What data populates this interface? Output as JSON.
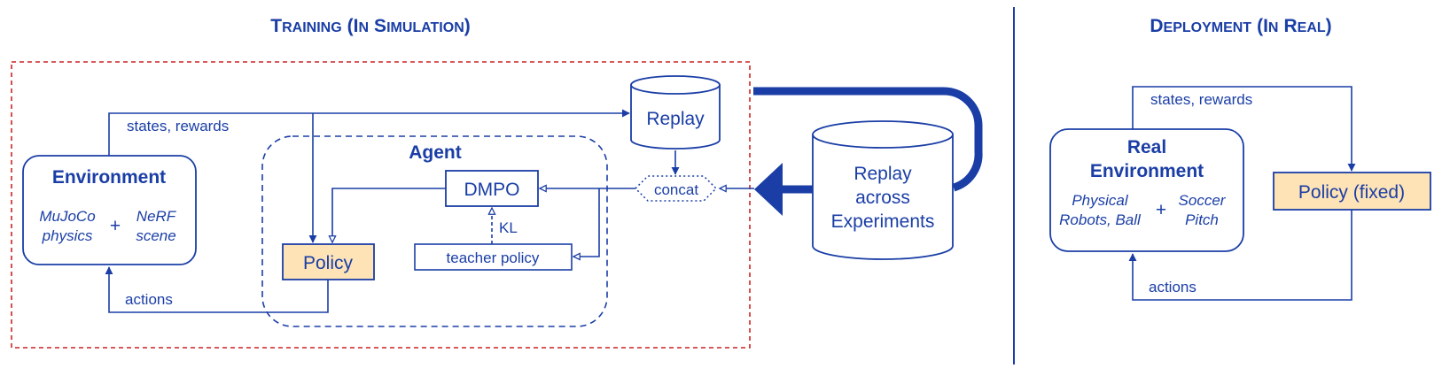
{
  "training": {
    "title_first": "T",
    "title_rest": "RAINING",
    "title_paren_open": "(",
    "title_in_first": "I",
    "title_in_rest": "N",
    "title_word_first": "S",
    "title_word_rest": "IMULATION",
    "title_paren_close": ")"
  },
  "deployment": {
    "title_first": "D",
    "title_rest": "EPLOYMENT",
    "title_paren_open": "(",
    "title_in_first": "I",
    "title_in_rest": "N",
    "title_word_first": "R",
    "title_word_rest": "EAL",
    "title_paren_close": ")"
  },
  "nodes": {
    "environment": "Environment",
    "mujoco_line1": "MuJoCo",
    "mujoco_line2": "physics",
    "nerf_line1": "NeRF",
    "nerf_line2": "scene",
    "plus": "+",
    "agent": "Agent",
    "dmpo": "DMPO",
    "policy": "Policy",
    "teacher_policy": "teacher policy",
    "kl": "KL",
    "replay": "Replay",
    "concat": "concat",
    "replay_across_line1": "Replay",
    "replay_across_line2": "across",
    "replay_across_line3": "Experiments",
    "real_env_line1": "Real",
    "real_env_line2": "Environment",
    "physical_line1": "Physical",
    "physical_line2": "Robots, Ball",
    "soccer_line1": "Soccer",
    "soccer_line2": "Pitch",
    "policy_fixed": "Policy (fixed)"
  },
  "edges": {
    "states_rewards": "states, rewards",
    "actions": "actions",
    "states_rewards_real": "states, rewards",
    "actions_real": "actions"
  },
  "colors": {
    "primary": "#1a3ea6",
    "policy_fill": "#fde3b6",
    "training_border": "#cc2222",
    "divider": "#1a3ea6"
  }
}
